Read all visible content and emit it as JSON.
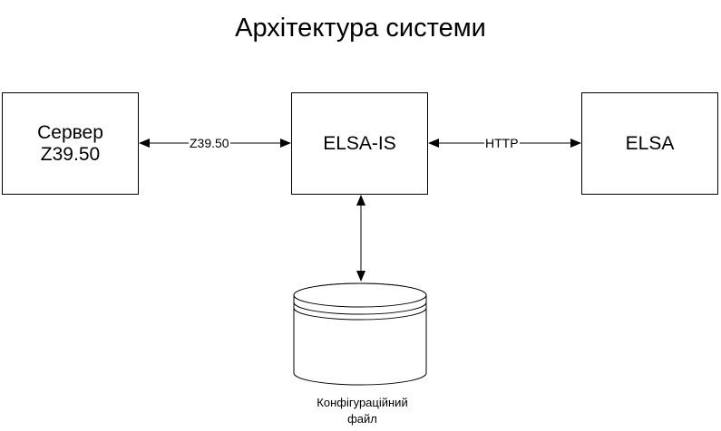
{
  "diagram": {
    "title": "Архітектура системи",
    "nodes": {
      "server": "Сервер\nZ39.50",
      "elsa_is": "ELSA-IS",
      "elsa": "ELSA"
    },
    "edges": {
      "server_elsa_is": "Z39.50",
      "elsa_is_elsa": "HTTP",
      "elsa_is_config": ""
    },
    "database": {
      "label": "Конфігураційний\nфайл"
    }
  }
}
